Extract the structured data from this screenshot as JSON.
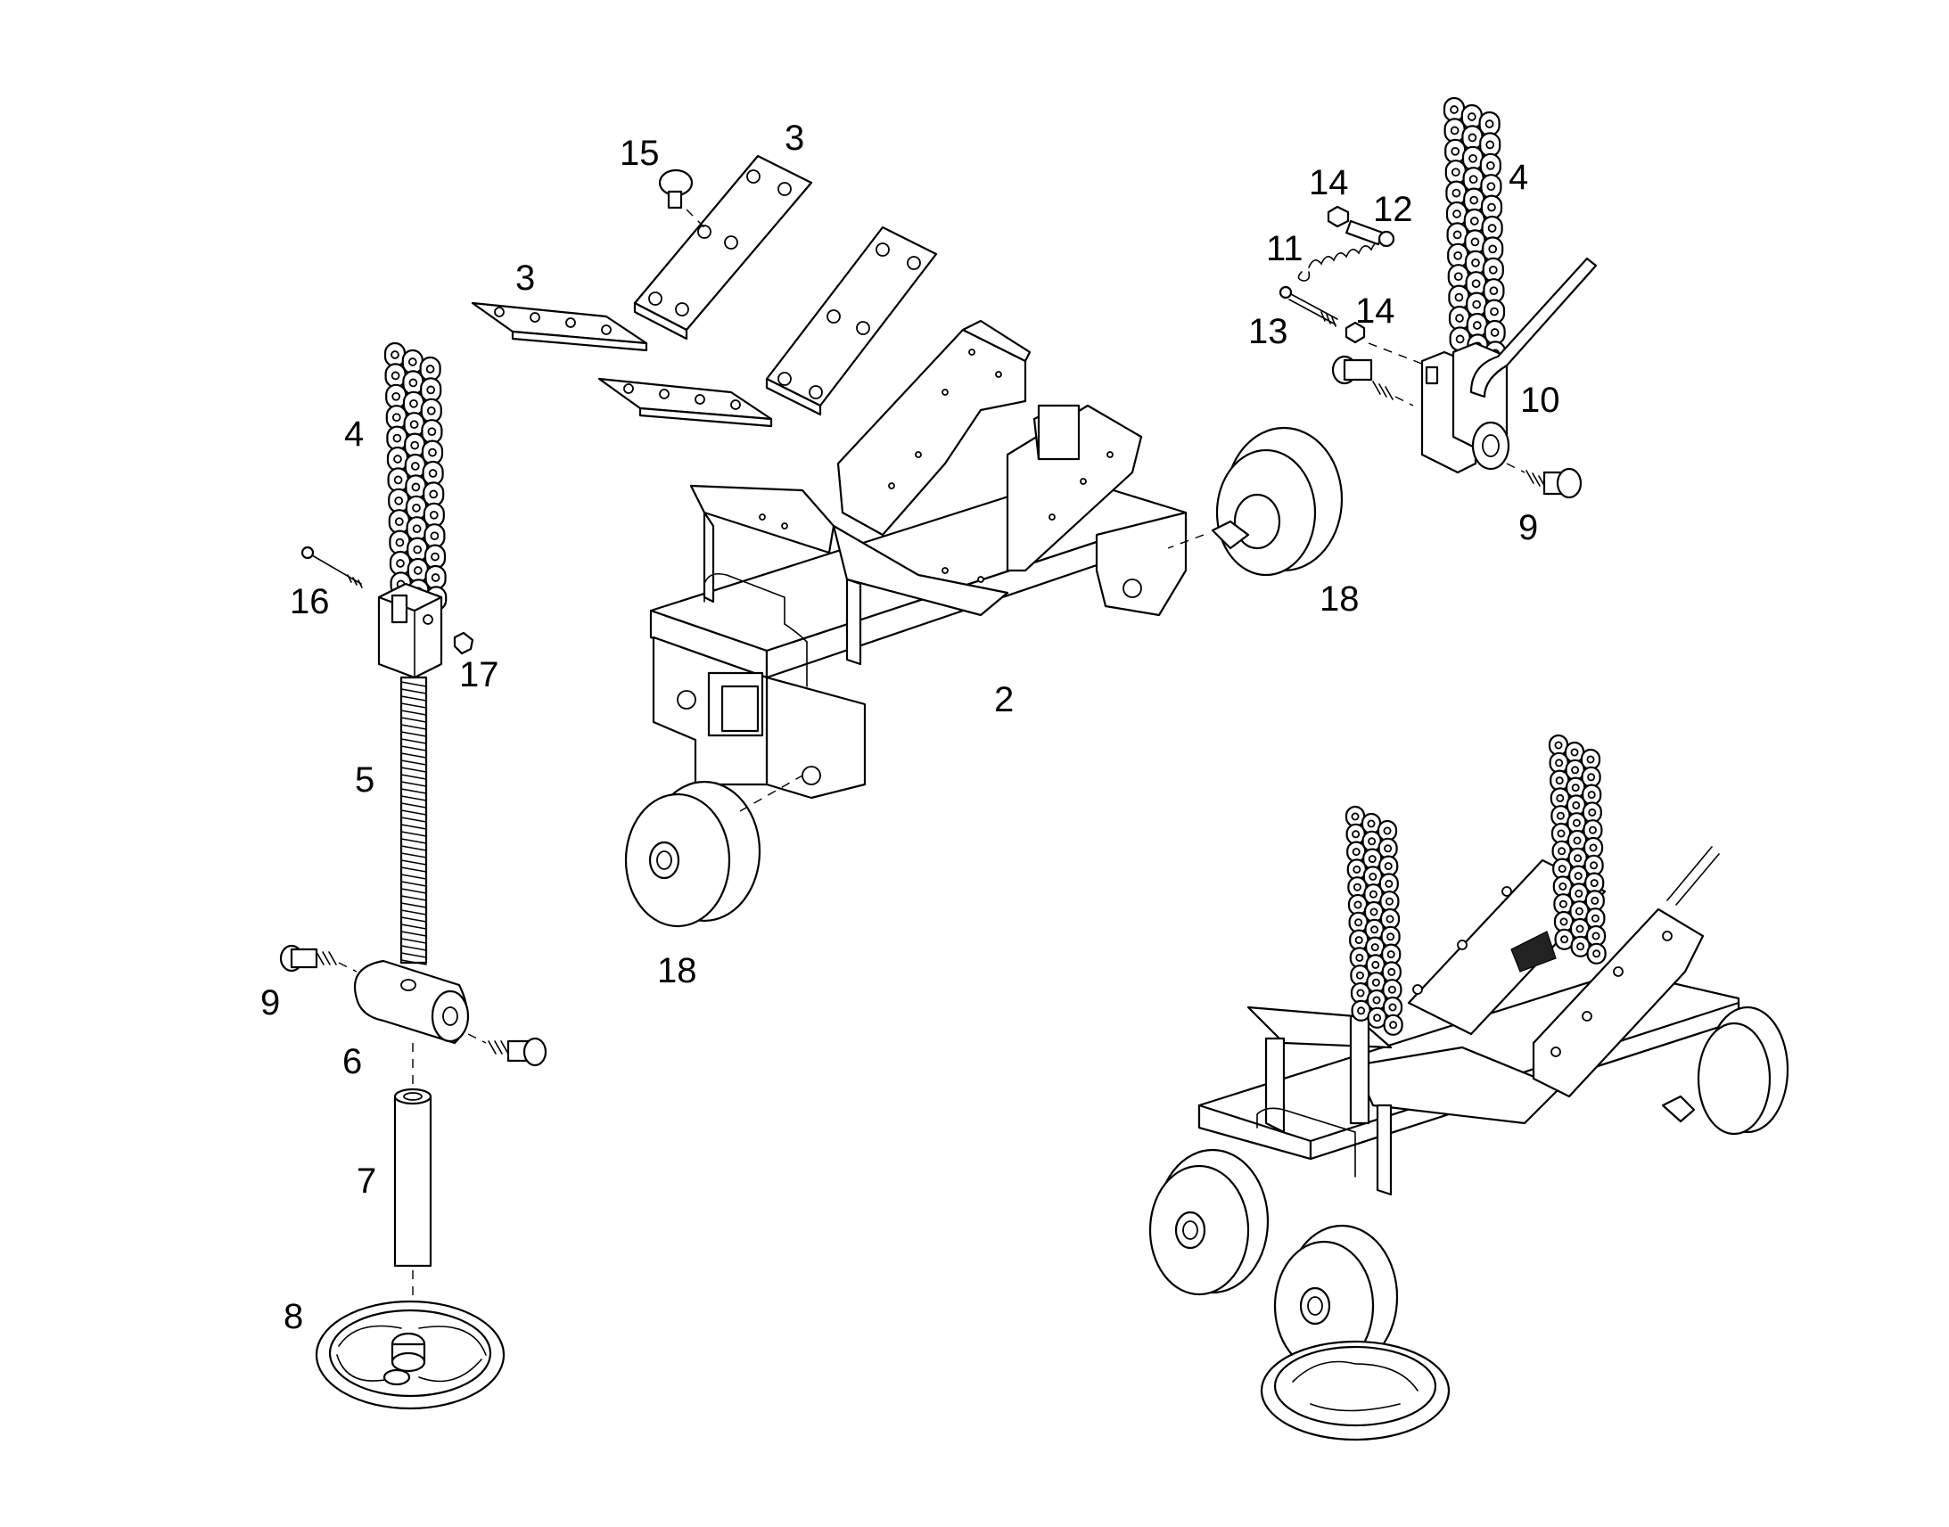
{
  "diagram": {
    "callouts": {
      "c2": "2",
      "c3a": "3",
      "c3b": "3",
      "c4a": "4",
      "c4b": "4",
      "c5": "5",
      "c6": "6",
      "c7": "7",
      "c8": "8",
      "c9a": "9",
      "c9b": "9",
      "c10": "10",
      "c11": "11",
      "c12": "12",
      "c13": "13",
      "c14a": "14",
      "c14b": "14",
      "c15": "15",
      "c16": "16",
      "c17": "17",
      "c18a": "18",
      "c18b": "18"
    }
  }
}
